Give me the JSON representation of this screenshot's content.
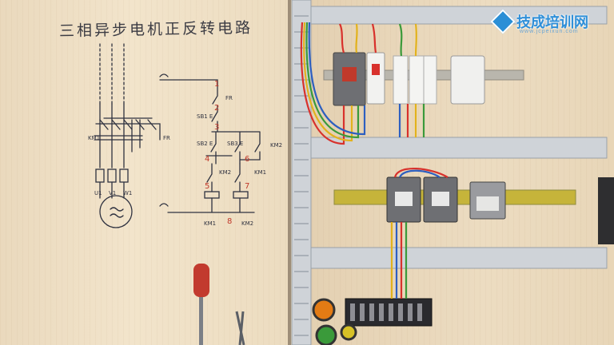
{
  "diagram": {
    "title": "三相异步电机正反转电路",
    "labels": {
      "fr": "FR",
      "sb1": "SB1 E",
      "sb2": "SB2 E",
      "sb3": "SB3 E",
      "km1_coil": "KM1",
      "km2_coil": "KM2",
      "km1_contact": "KM1",
      "km2_contact": "KM2",
      "km2_aux": "KM2",
      "motor_u": "U1",
      "motor_v": "V1",
      "motor_w": "W1",
      "fr_main": "FR",
      "km1_main": "KM1",
      "nodes": [
        "1",
        "2",
        "3",
        "4",
        "5",
        "6",
        "7",
        "8"
      ]
    }
  },
  "watermark": {
    "name": "技成培训网",
    "sub": "www.jcpeixun.com"
  },
  "colors": {
    "wire_red": "#d8312c",
    "wire_yellow": "#e2b21d",
    "wire_green": "#3a9a3a",
    "wire_blue": "#2d5fc0",
    "contactor_gray": "#6e6f73"
  }
}
